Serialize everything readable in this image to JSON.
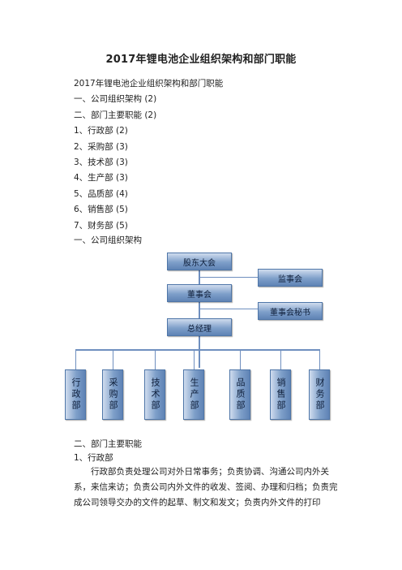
{
  "doc": {
    "title": "2017年锂电池企业组织架构和部门职能",
    "toc": [
      "2017年锂电池企业组织架构和部门职能",
      "一、公司组织架构 (2)",
      "二、部门主要职能 (2)",
      "1、行政部 (2)",
      "2、采购部 (3)",
      "3、技术部 (3)",
      "4、生产部 (3)",
      "5、品质部 (4)",
      "6、销售部 (5)",
      "7、财务部 (5)"
    ],
    "section1_heading": "一、公司组织架构",
    "org": {
      "shareholders": "股东大会",
      "supervisors": "监事会",
      "board": "董事会",
      "board_secretary": "董事会秘书",
      "general_manager": "总经理",
      "departments": [
        "行政部",
        "采购部",
        "技术部",
        "生产部",
        "品质部",
        "销售部",
        "财务部"
      ]
    },
    "section2_heading": "二、部门主要职能",
    "sub1_heading": "1、行政部",
    "paragraph": "行政部负责处理公司对外日常事务；负责协调、沟通公司内外关系，来信来访；负责公司内外文件的收发、签阅、办理和归档；负责完成公司领导交办的文件的起草、制文和发文；负责内外文件的打印"
  }
}
